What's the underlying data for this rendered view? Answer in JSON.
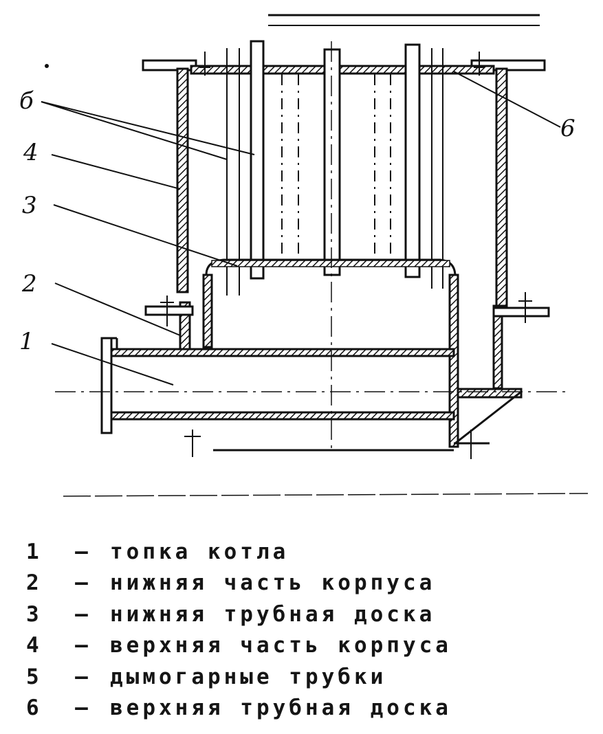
{
  "diagram": {
    "callouts": [
      {
        "id": "1",
        "text": "1"
      },
      {
        "id": "2",
        "text": "2"
      },
      {
        "id": "3",
        "text": "3"
      },
      {
        "id": "4",
        "text": "4"
      },
      {
        "id": "5",
        "text": "б"
      },
      {
        "id": "6",
        "text": "6"
      }
    ],
    "stroke_color": "#111111"
  },
  "legend": {
    "separator": "–",
    "items": [
      {
        "number": "1",
        "label": "топка котла"
      },
      {
        "number": "2",
        "label": "нижняя часть корпуса"
      },
      {
        "number": "3",
        "label": "нижняя трубная доска"
      },
      {
        "number": "4",
        "label": "верхняя часть корпуса"
      },
      {
        "number": "5",
        "label": "дымогарные трубки"
      },
      {
        "number": "6",
        "label": "верхняя трубная доска"
      }
    ]
  }
}
